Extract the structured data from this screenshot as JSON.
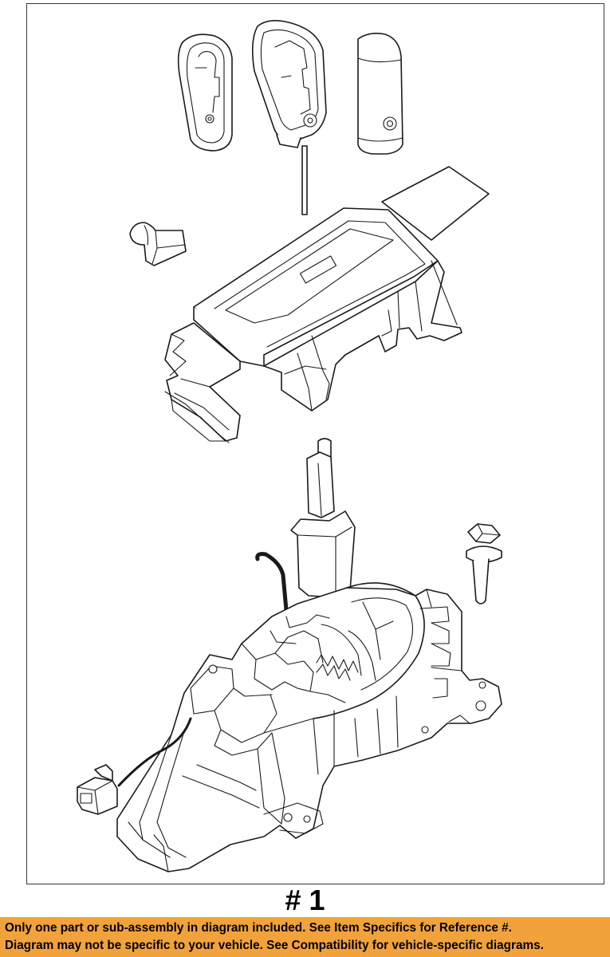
{
  "diagram": {
    "part_number_label": "# 1"
  },
  "notice": {
    "line1": "Only one part or sub-assembly in diagram included. See Item Specifics for Reference #.",
    "line2": "Diagram may not be specific to your vehicle. See Compatibility for vehicle-specific diagrams.",
    "background_color": "#f2a23a"
  },
  "colors": {
    "line_art": "#1a1a1a",
    "frame": "#3a3a3a",
    "page_background": "#ffffff"
  }
}
